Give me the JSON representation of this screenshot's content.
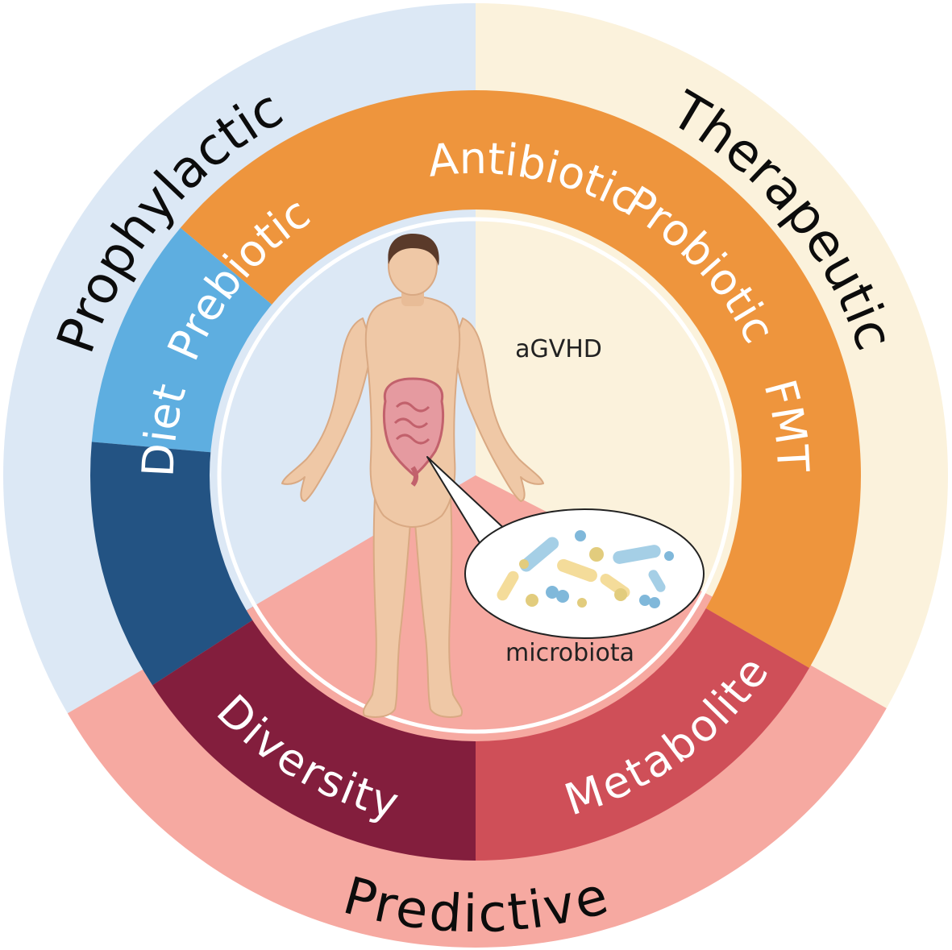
{
  "diagram": {
    "center_label": "aGVHD",
    "inset_label": "microbiota",
    "sectors": [
      {
        "id": "prophylactic",
        "label": "Prophylactic",
        "color": "#dce8f5"
      },
      {
        "id": "therapeutic",
        "label": "Therapeutic",
        "color": "#fbf2dc"
      },
      {
        "id": "predictive",
        "label": "Predictive",
        "color": "#f6a9a1"
      }
    ],
    "segments": [
      {
        "label": "Prebiotic",
        "sector": "prophylactic",
        "color": "#5eaee0"
      },
      {
        "label": "Diet",
        "sector": "prophylactic",
        "color": "#235383"
      },
      {
        "label": "Antibiotic",
        "sector": "therapeutic",
        "color": "#ee953d"
      },
      {
        "label": "Probiotic",
        "sector": "therapeutic",
        "color": "#ee953d"
      },
      {
        "label": "FMT",
        "sector": "therapeutic",
        "color": "#ee953d"
      },
      {
        "label": "Diversity",
        "sector": "predictive",
        "color": "#831e3d"
      },
      {
        "label": "Metabolite",
        "sector": "predictive",
        "color": "#cf4f58"
      }
    ]
  }
}
